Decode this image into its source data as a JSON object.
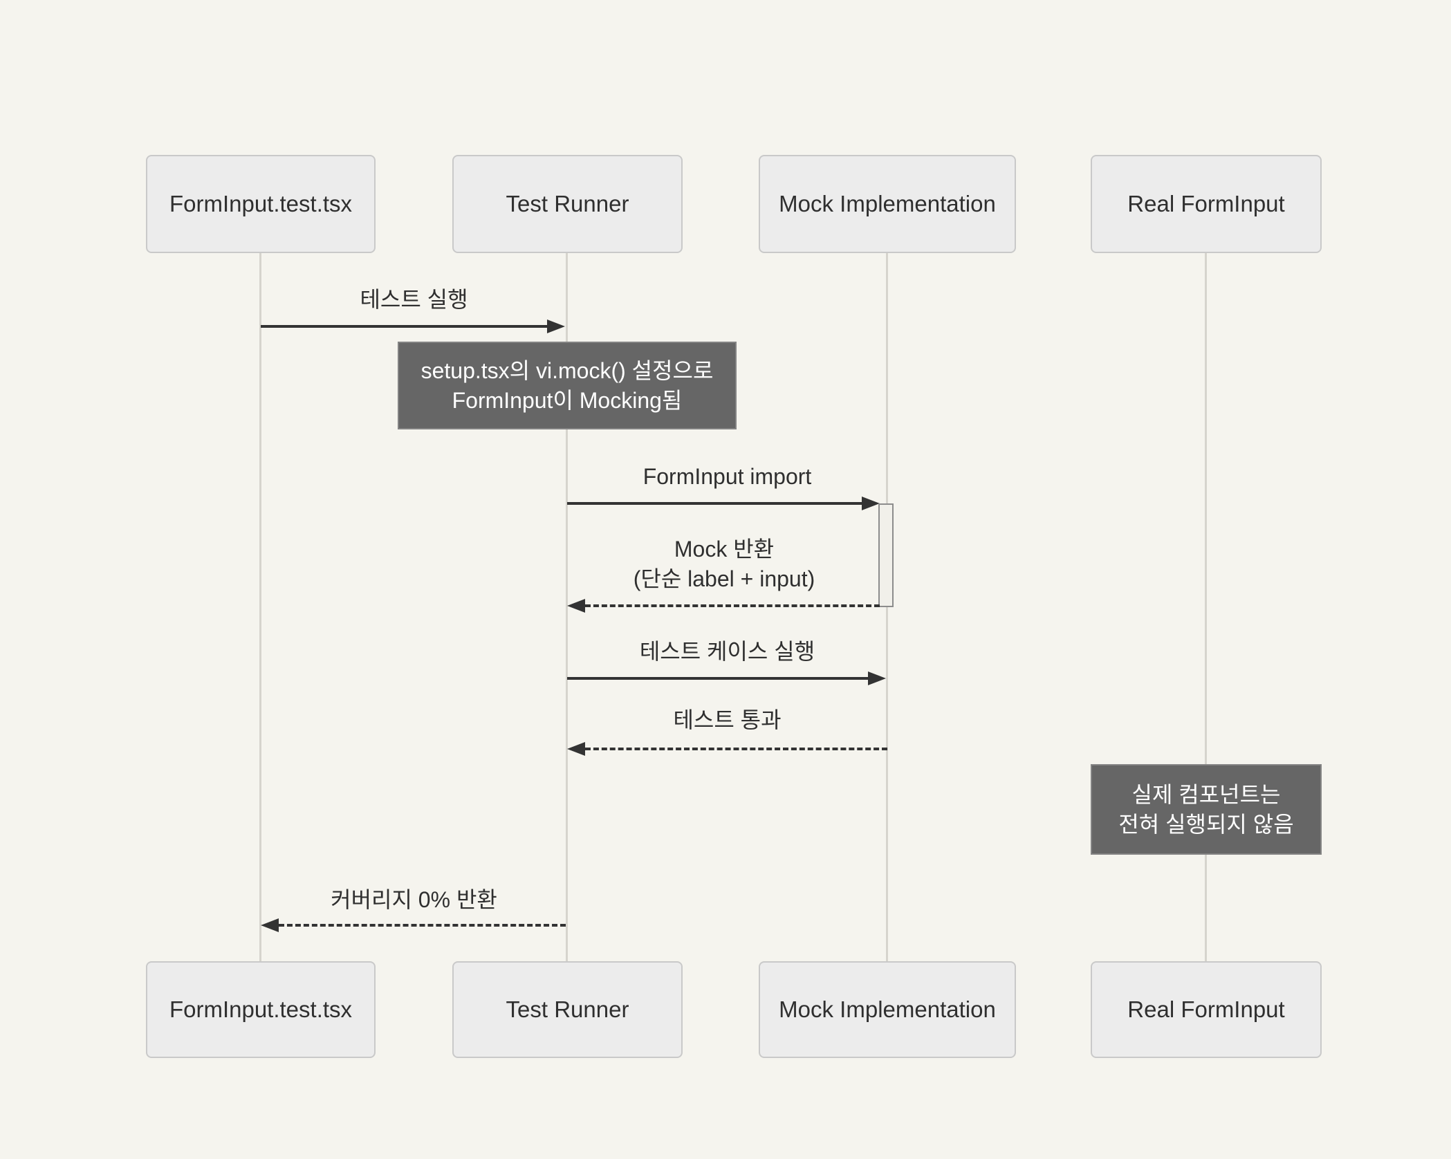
{
  "diagram": {
    "type": "sequence-diagram",
    "participants": [
      {
        "label": "FormInput.test.tsx"
      },
      {
        "label": "Test Runner"
      },
      {
        "label": "Mock Implementation"
      },
      {
        "label": "Real FormInput"
      }
    ],
    "messages": [
      {
        "from": "FormInput.test.tsx",
        "to": "Test Runner",
        "style": "solid",
        "label": "테스트 실행"
      },
      {
        "from": "Test Runner",
        "to": "Mock Implementation",
        "style": "solid",
        "label": "FormInput import"
      },
      {
        "from": "Mock Implementation",
        "to": "Test Runner",
        "style": "dashed",
        "label": "Mock 반환",
        "label_line2": "(단순 label + input)"
      },
      {
        "from": "Test Runner",
        "to": "Mock Implementation",
        "style": "solid",
        "label": "테스트 케이스 실행"
      },
      {
        "from": "Mock Implementation",
        "to": "Test Runner",
        "style": "dashed",
        "label": "테스트 통과"
      },
      {
        "from": "Test Runner",
        "to": "FormInput.test.tsx",
        "style": "dashed",
        "label": "커버리지 0% 반환"
      }
    ],
    "notes": [
      {
        "over": "Test Runner",
        "lines": [
          "setup.tsx의 vi.mock() 설정으로",
          "FormInput이 Mocking됨"
        ]
      },
      {
        "over": "Real FormInput",
        "lines": [
          "실제 컴포넌트는",
          "전혀 실행되지 않음"
        ]
      }
    ],
    "activations": [
      {
        "on": "Mock Implementation",
        "from_message": "FormInput import",
        "to_message": "Mock 반환"
      }
    ],
    "colors": {
      "background": "#f5f4ee",
      "participant_fill": "#ececec",
      "participant_border": "#c9c9c9",
      "note_fill": "#666666",
      "note_border": "#848484",
      "note_text": "#ffffff",
      "line": "#333333",
      "lifeline": "#d6d4cd",
      "text": "#2f2f2f",
      "activation_fill": "#f1f0ea",
      "activation_border": "#8c8c8c"
    }
  }
}
